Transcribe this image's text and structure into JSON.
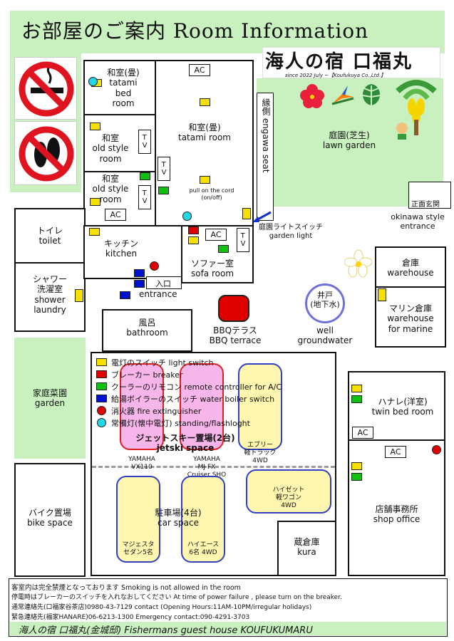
{
  "title": "お部屋のご案内 Room Information",
  "brand": {
    "name": "海人の宿 口福丸",
    "since": "since 2022 July ~【Koufukuya Co.,Ltd.】"
  },
  "rooms": {
    "tatami_bed": "和室(畳)\ntatami\nbed\nroom",
    "old_style_1": "和室\nold style\nroom",
    "old_style_2": "和室\nold style\nroom",
    "tatami_main": "和室(畳)\ntatami room",
    "cord_note": "pull on the cord\n(on/off)",
    "engawa": "縁側 engawa seat",
    "toilet": "トイレ\ntoilet",
    "shower": "シャワー\n洗濯室\nshower\nlaundry",
    "kitchen": "キッチン\nkitchen",
    "sofa": "ソファー室\nsofa room",
    "entrance_jp": "入口",
    "entrance_en": "entrance",
    "bathroom": "風呂\nbathroom",
    "bbq": "BBQテラス\nBBQ terrace",
    "well": "井戸\n(地下水)",
    "well_en": "well\ngroundwater",
    "lawn": "庭園(芝生)\nlawn garden",
    "front_door": "正面玄関",
    "okinawa_entrance": "okinawa style\nentrance",
    "garden_light": "庭園ライトスイッチ\ngarden light",
    "warehouse": "倉庫\nwarehouse",
    "marine": "マリン倉庫\nwarehouse\nfor marine",
    "home_garden": "家庭菜園\ngarden",
    "twin": "ハナレ(洋室)\ntwin bed room",
    "shop": "店舗事務所\nshop office",
    "bike": "バイク置場\nbike space",
    "kura": "蔵倉庫\nkura"
  },
  "labels": {
    "ac": "AC",
    "tv": "T\nV"
  },
  "legend": [
    "電灯のスイッチ light switch",
    "ブレーカー breaker",
    "クーラーのリモコン remote controller for A/C",
    "給湯ボイラーのスイッチ water boiler switch",
    "消火器 fire extinguisher",
    "常備灯(懐中電灯) standing/flashloght"
  ],
  "parking": {
    "jetski": "ジェットスキー置場(2台)\njetski space",
    "yamaha1": "YAMAHA\nVX110",
    "yamaha2": "YAMAHA\nMJ-FX\nCruiser SHO",
    "every": "エブリー\n軽トラック\n4WD",
    "car": "駐車場(4台)\ncar space",
    "majesta": "マジェスタ\nセダン5名",
    "hiace": "ハイエース\n6名 4WD",
    "hijet": "ハイゼット\n軽ワゴン\n4WD"
  },
  "footer": {
    "line1": "客室内は完全禁煙となっております Smoking is not allowed in the room",
    "line2": "停電時はブレーカーのスイッチを入れなおしてください At time of power failure , please turn on the breaker.",
    "line3": "通常連絡先(口福家谷茶店)0980-43-7129 contact (Opening Hours:11AM-10PM/irregular holidays)",
    "line4": "緊急連絡先(福家HANARE)06-6213-1300 Emergency contact:090-4291-3703",
    "bottom": "海人の宿 口福丸(金城邸) Fishermans guest house KOUFUKUMARU"
  },
  "colors": {
    "lawn": "#c9f0bf",
    "switch": "#f6e000",
    "breaker": "#e00000",
    "ac_remote": "#10c010",
    "boiler": "#0010d0",
    "flashlight": "#22d8e8",
    "jetski": "#f7b6ea",
    "car": "#fff6b0"
  }
}
